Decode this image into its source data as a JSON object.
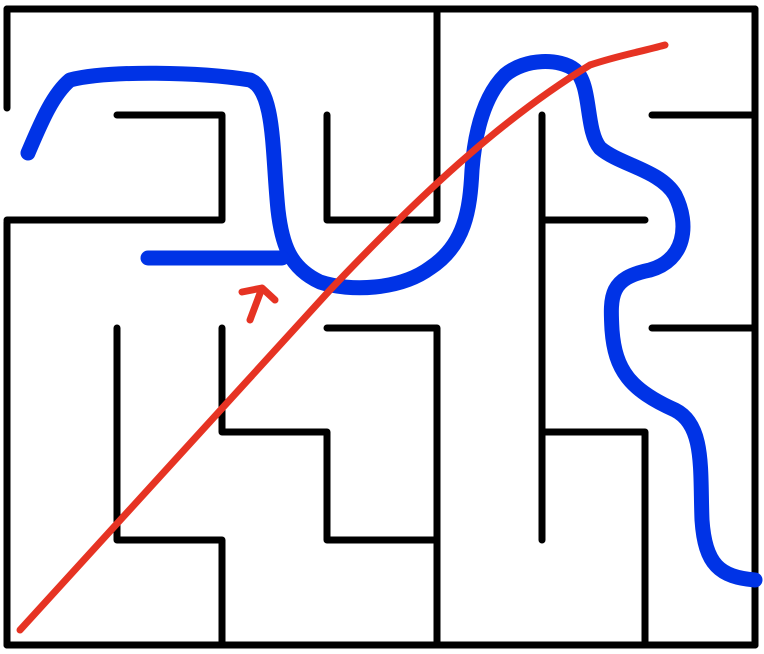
{
  "maze": {
    "rows": 6,
    "cols": 7,
    "wall_color": "#000000",
    "background_color": "#ffffff"
  },
  "strokes": {
    "blue_path": {
      "color": "#0033e6",
      "description_name": "blue-solution-stroke"
    },
    "red_line": {
      "color": "#e63323",
      "description_name": "red-diagonal-stroke"
    },
    "red_arrow": {
      "color": "#e63323",
      "description_name": "red-arrow-mark"
    }
  }
}
